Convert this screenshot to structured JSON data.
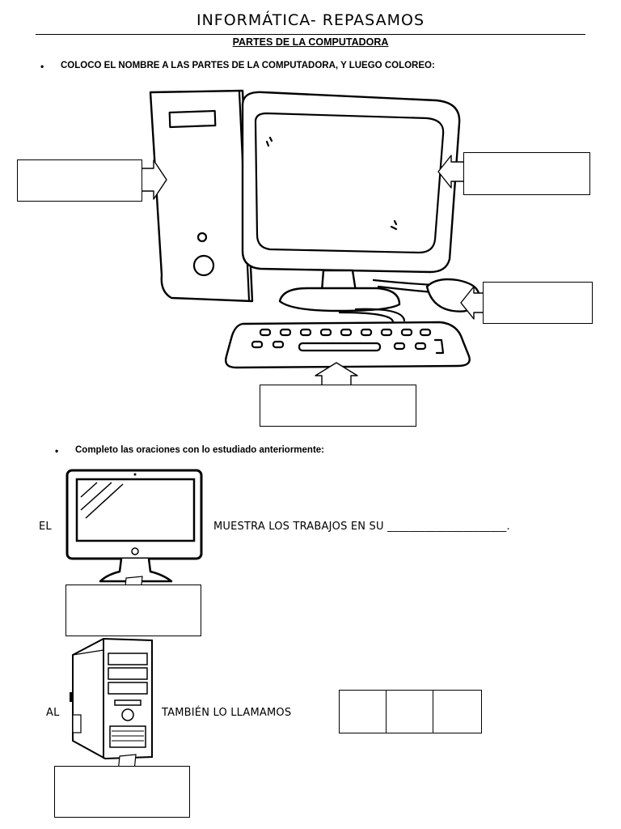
{
  "header": {
    "title": "INFORMÁTICA- REPASAMOS",
    "subtitle": "PARTES DE LA COMPUTADORA"
  },
  "section1": {
    "bullet": "•",
    "instruction": "COLOCO EL NOMBRE A LAS PARTES DE LA COMPUTADORA, Y LUEGO COLOREO:"
  },
  "section2": {
    "bullet": "•",
    "instruction": "Completo las oraciones con lo estudiado anteriormente:",
    "sentence1": {
      "prefix": "EL",
      "text": "MUESTRA LOS TRABAJOS EN SU ______________________."
    },
    "sentence2": {
      "prefix": "AL",
      "text": "TAMBIÉN LO LLAMAMOS"
    }
  }
}
